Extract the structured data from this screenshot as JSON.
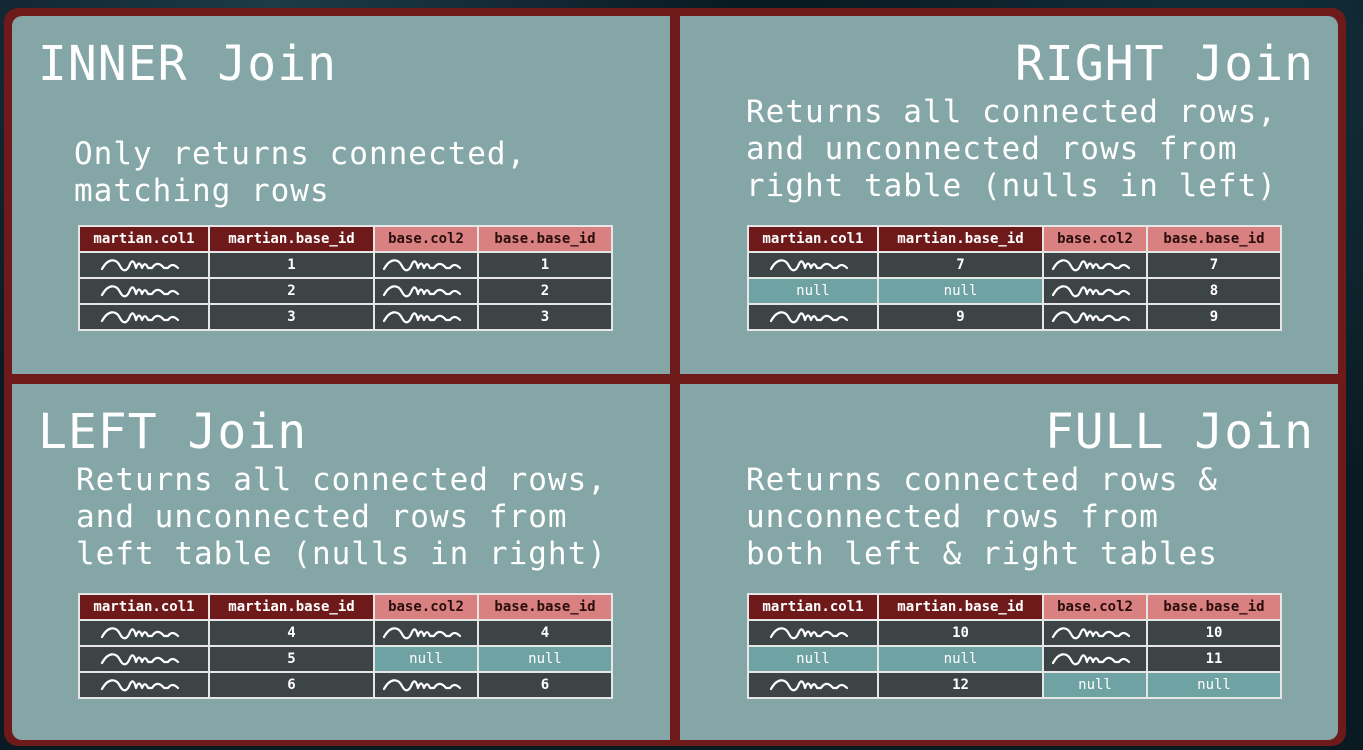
{
  "panels": {
    "inner": {
      "title": "INNER Join",
      "description": "Only returns connected,\nmatching rows",
      "headers": [
        "martian.col1",
        "martian.base_id",
        "base.col2",
        "base.base_id"
      ],
      "rows": [
        [
          "~",
          "1",
          "~",
          "1"
        ],
        [
          "~",
          "2",
          "~",
          "2"
        ],
        [
          "~",
          "3",
          "~",
          "3"
        ]
      ]
    },
    "right": {
      "title": "RIGHT Join",
      "description": "Returns all connected rows,\nand unconnected rows from\nright table (nulls in left)",
      "headers": [
        "martian.col1",
        "martian.base_id",
        "base.col2",
        "base.base_id"
      ],
      "rows": [
        [
          "~",
          "7",
          "~",
          "7"
        ],
        [
          "null",
          "null",
          "~",
          "8"
        ],
        [
          "~",
          "9",
          "~",
          "9"
        ]
      ]
    },
    "left": {
      "title": "LEFT Join",
      "description": "Returns all connected rows,\nand unconnected rows from\nleft table (nulls in right)",
      "headers": [
        "martian.col1",
        "martian.base_id",
        "base.col2",
        "base.base_id"
      ],
      "rows": [
        [
          "~",
          "4",
          "~",
          "4"
        ],
        [
          "~",
          "5",
          "null",
          "null"
        ],
        [
          "~",
          "6",
          "~",
          "6"
        ]
      ]
    },
    "full": {
      "title": "FULL Join",
      "description": "Returns connected rows &\nunconnected rows from\nboth left & right tables",
      "headers": [
        "martian.col1",
        "martian.base_id",
        "base.col2",
        "base.base_id"
      ],
      "rows": [
        [
          "~",
          "10",
          "~",
          "10"
        ],
        [
          "null",
          "null",
          "~",
          "11"
        ],
        [
          "~",
          "12",
          "null",
          "null"
        ]
      ]
    }
  },
  "colors": {
    "frame": "#6f1a1a",
    "panel": "#85a6a6",
    "header_martian": "#6f1a1a",
    "header_base": "#d98080",
    "cell": "#3d4446",
    "null_cell": "#6fa2a2"
  }
}
